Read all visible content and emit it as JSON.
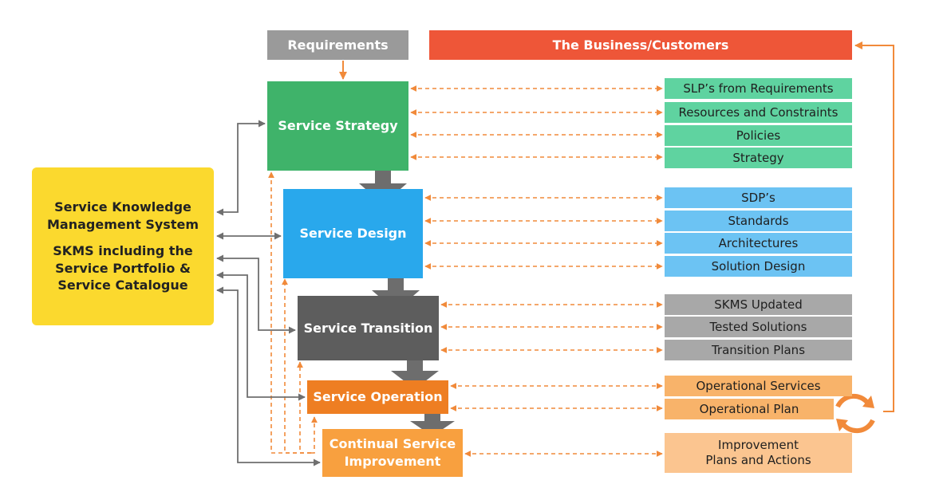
{
  "header": {
    "requirements": "Requirements",
    "business": "The Business/Customers"
  },
  "skms": {
    "line1": "Service Knowledge",
    "line2": "Management System",
    "line3": "SKMS including the",
    "line4": "Service Portfolio &",
    "line5": "Service Catalogue"
  },
  "stages": {
    "strategy": "Service Strategy",
    "design": "Service Design",
    "transition": "Service Transition",
    "operation": "Service Operation",
    "csi_line1": "Continual Service",
    "csi_line2": "Improvement"
  },
  "outputs": {
    "strategy": [
      "SLP’s from Requirements",
      "Resources and Constraints",
      "Policies",
      "Strategy"
    ],
    "design": [
      "SDP’s",
      "Standards",
      "Architectures",
      "Solution Design"
    ],
    "transition": [
      "SKMS Updated",
      "Tested Solutions",
      "Transition Plans"
    ],
    "operation": [
      "Operational Services",
      "Operational Plan"
    ],
    "csi_line1": "Improvement",
    "csi_line2": "Plans and Actions"
  },
  "colors": {
    "requirements": "#9a9a9a",
    "business": "#ee5638",
    "strategy": "#3fb36a",
    "strategy_out": "#5fd3a0",
    "design": "#29a8ec",
    "design_out": "#6cc3f3",
    "transition": "#5d5d5d",
    "transition_out": "#a8a8a8",
    "operation": "#ee7e22",
    "operation_out": "#f8b36a",
    "csi": "#f8a03f",
    "csi_out": "#fbc590",
    "skms": "#fbd92e",
    "orange_connector": "#f18a3a",
    "gray_connector": "#6f6f6f"
  },
  "icons": [
    "cycle-arrows-icon"
  ]
}
